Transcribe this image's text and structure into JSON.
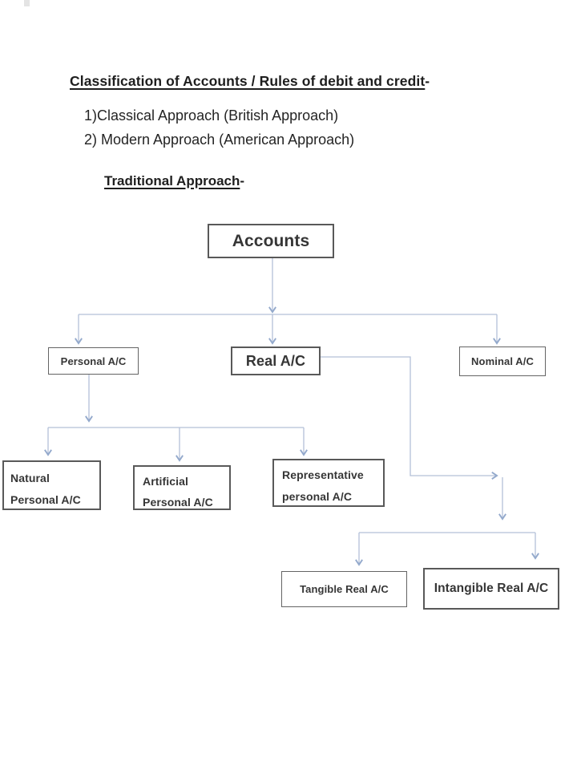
{
  "page": {
    "title": "Classification of Accounts / Rules of debit and credit",
    "title_suffix": "-",
    "list_items": [
      "1)Classical Approach (British Approach)",
      "2) Modern Approach (American Approach)"
    ],
    "subtitle": "Traditional Approach",
    "subtitle_suffix": "-"
  },
  "flowchart": {
    "nodes": {
      "accounts": {
        "label": "Accounts"
      },
      "personal": {
        "label": "Personal A/C"
      },
      "real": {
        "label": "Real A/C"
      },
      "nominal": {
        "label": "Nominal A/C"
      },
      "natural": {
        "label": "Natural\nPersonal A/C"
      },
      "artificial": {
        "label": "Artificial\nPersonal A/C"
      },
      "representative": {
        "label": "Representative\npersonal A/C"
      },
      "tangible": {
        "label": "Tangible Real A/C"
      },
      "intangible": {
        "label": "Intangible Real A/C"
      }
    },
    "hierarchy": {
      "Accounts": {
        "Personal A/C": [
          "Natural Personal A/C",
          "Artificial Personal A/C",
          "Representative personal A/C"
        ],
        "Real A/C": [
          "Tangible Real A/C",
          "Intangible Real A/C"
        ],
        "Nominal A/C": []
      }
    },
    "colors": {
      "connector": "#b3c0d8",
      "arrowhead": "#93a9cc",
      "box_border": "#595959",
      "text": "#363636"
    }
  }
}
